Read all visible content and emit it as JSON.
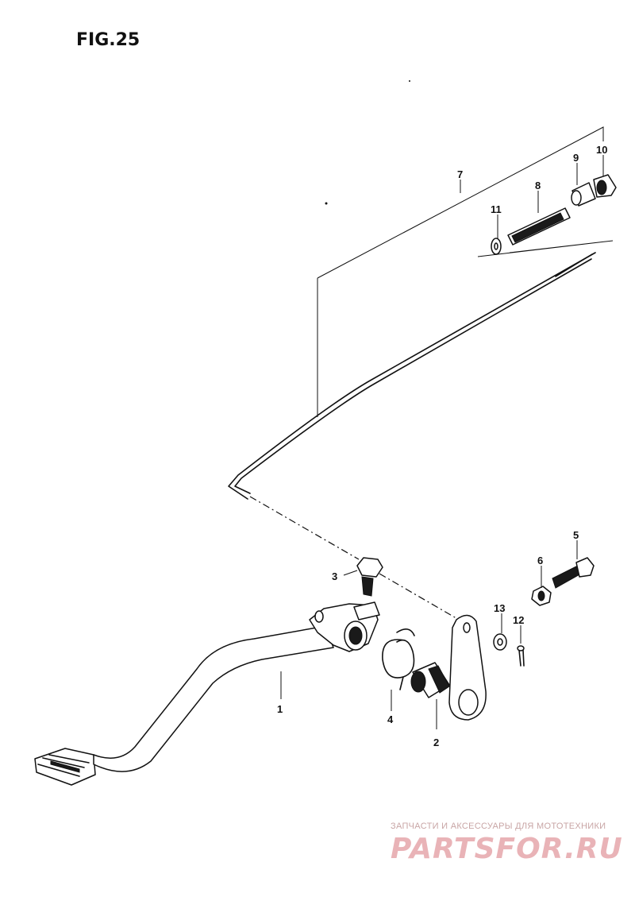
{
  "figure": {
    "title": "FIG.25"
  },
  "callouts": [
    "1",
    "2",
    "3",
    "4",
    "5",
    "6",
    "7",
    "8",
    "9",
    "10",
    "11",
    "12",
    "13"
  ],
  "watermark": {
    "subtitle": "ЗАПЧАСТИ И АКСЕССУАРЫ ДЛЯ МОТОТЕХНИКИ",
    "brand": "PARTSFOR.RU"
  }
}
